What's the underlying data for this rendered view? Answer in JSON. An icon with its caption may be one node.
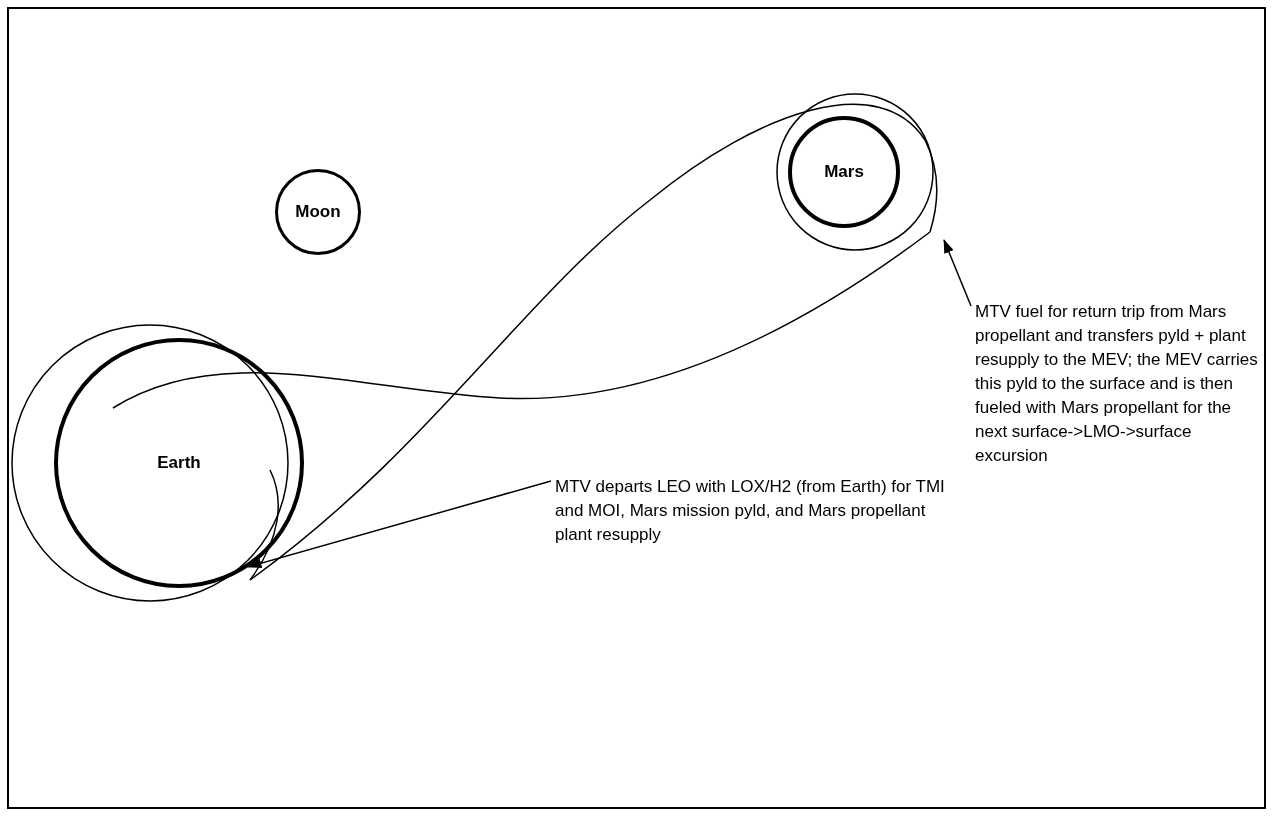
{
  "diagram": {
    "nodes": [
      {
        "text": [
          "Moon"
        ]
      },
      {
        "text": [
          "Mars"
        ]
      },
      {
        "text": [
          "Earth"
        ]
      },
      {
        "text": [
          "MTV fuel for return trip from Mars propellant and transfers pyld + plant resupply to the MEV; the MEV carries this pyld to the surface and is then fueled with Mars propellant for the next surface->LMO->surface excursion"
        ]
      },
      {
        "text": [
          "MTV departs LEO with LOX/H2 (from Earth) for TMI and MOI, Mars mission pyld, and Mars propellant plant resupply"
        ]
      }
    ],
    "edges": [
      {
        "from": 3,
        "to": null,
        "arrow": "to"
      },
      {
        "from": 4,
        "to": 2,
        "arrow": "to"
      }
    ]
  }
}
